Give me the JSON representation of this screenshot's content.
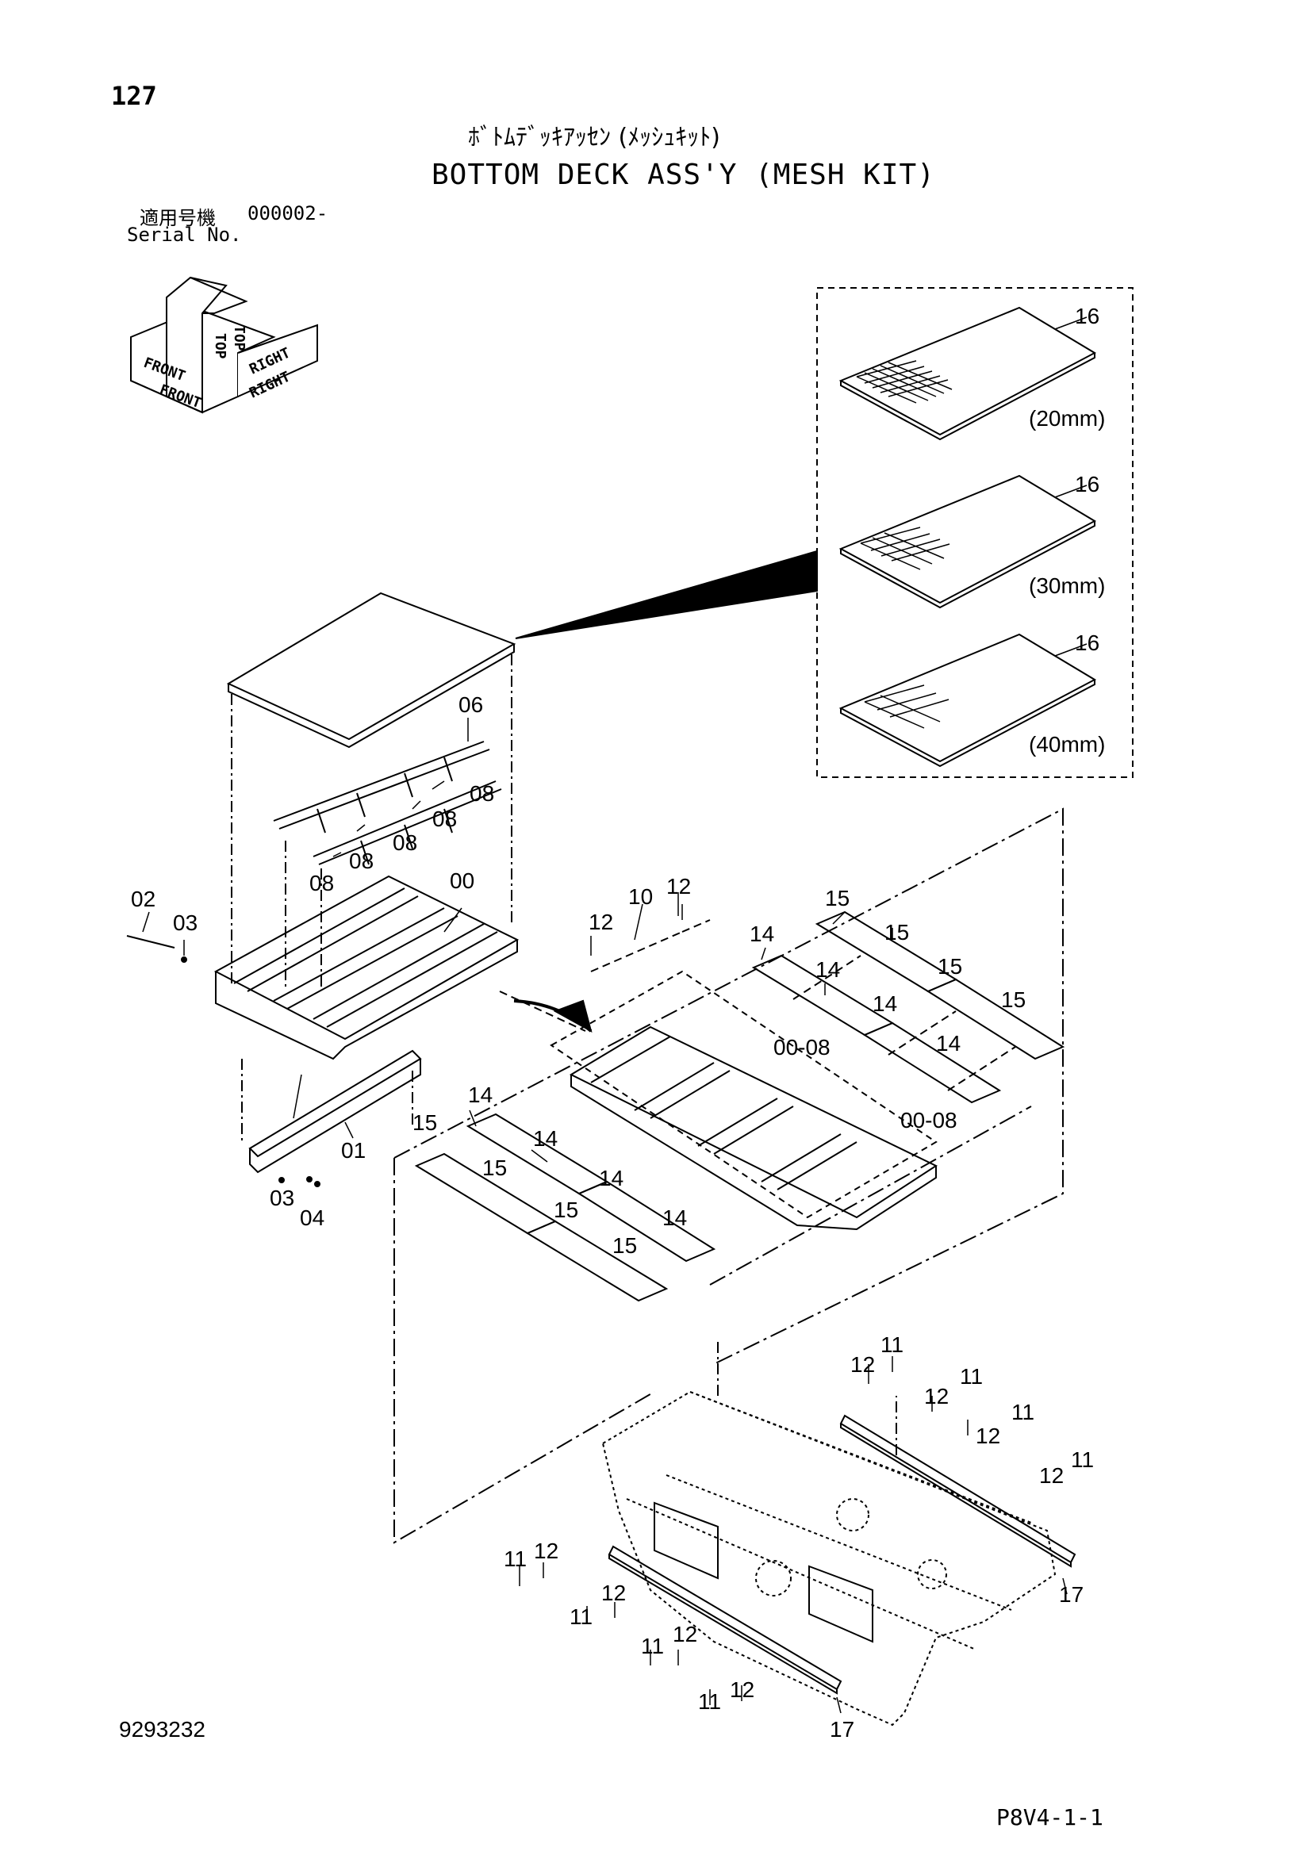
{
  "header": {
    "page_number": "127",
    "title_ja": "ﾎﾞﾄﾑﾃﾞｯｷｱｯｾﾝ (ﾒｯｼｭｷｯﾄ)",
    "title_en": "BOTTOM DECK ASS'Y (MESH KIT)",
    "serial_label_ja": "適用号機",
    "serial_label_en": "Serial No.",
    "serial_value": "000002-"
  },
  "orientation": {
    "top": "TOP",
    "front": "FRONT",
    "right": "RIGHT"
  },
  "mesh_options": [
    "(20mm)",
    "(30mm)",
    "(40mm)"
  ],
  "callouts": {
    "c16": "16",
    "c06": "06",
    "c08": "08",
    "c00": "00",
    "c02": "02",
    "c03": "03",
    "c01": "01",
    "c04": "04",
    "c10": "10",
    "c12": "12",
    "c14": "14",
    "c15": "15",
    "c0008": "00-08",
    "c11": "11",
    "c17": "17"
  },
  "footer": {
    "doc_number": "9293232",
    "page_ref": "P8V4-1-1"
  }
}
